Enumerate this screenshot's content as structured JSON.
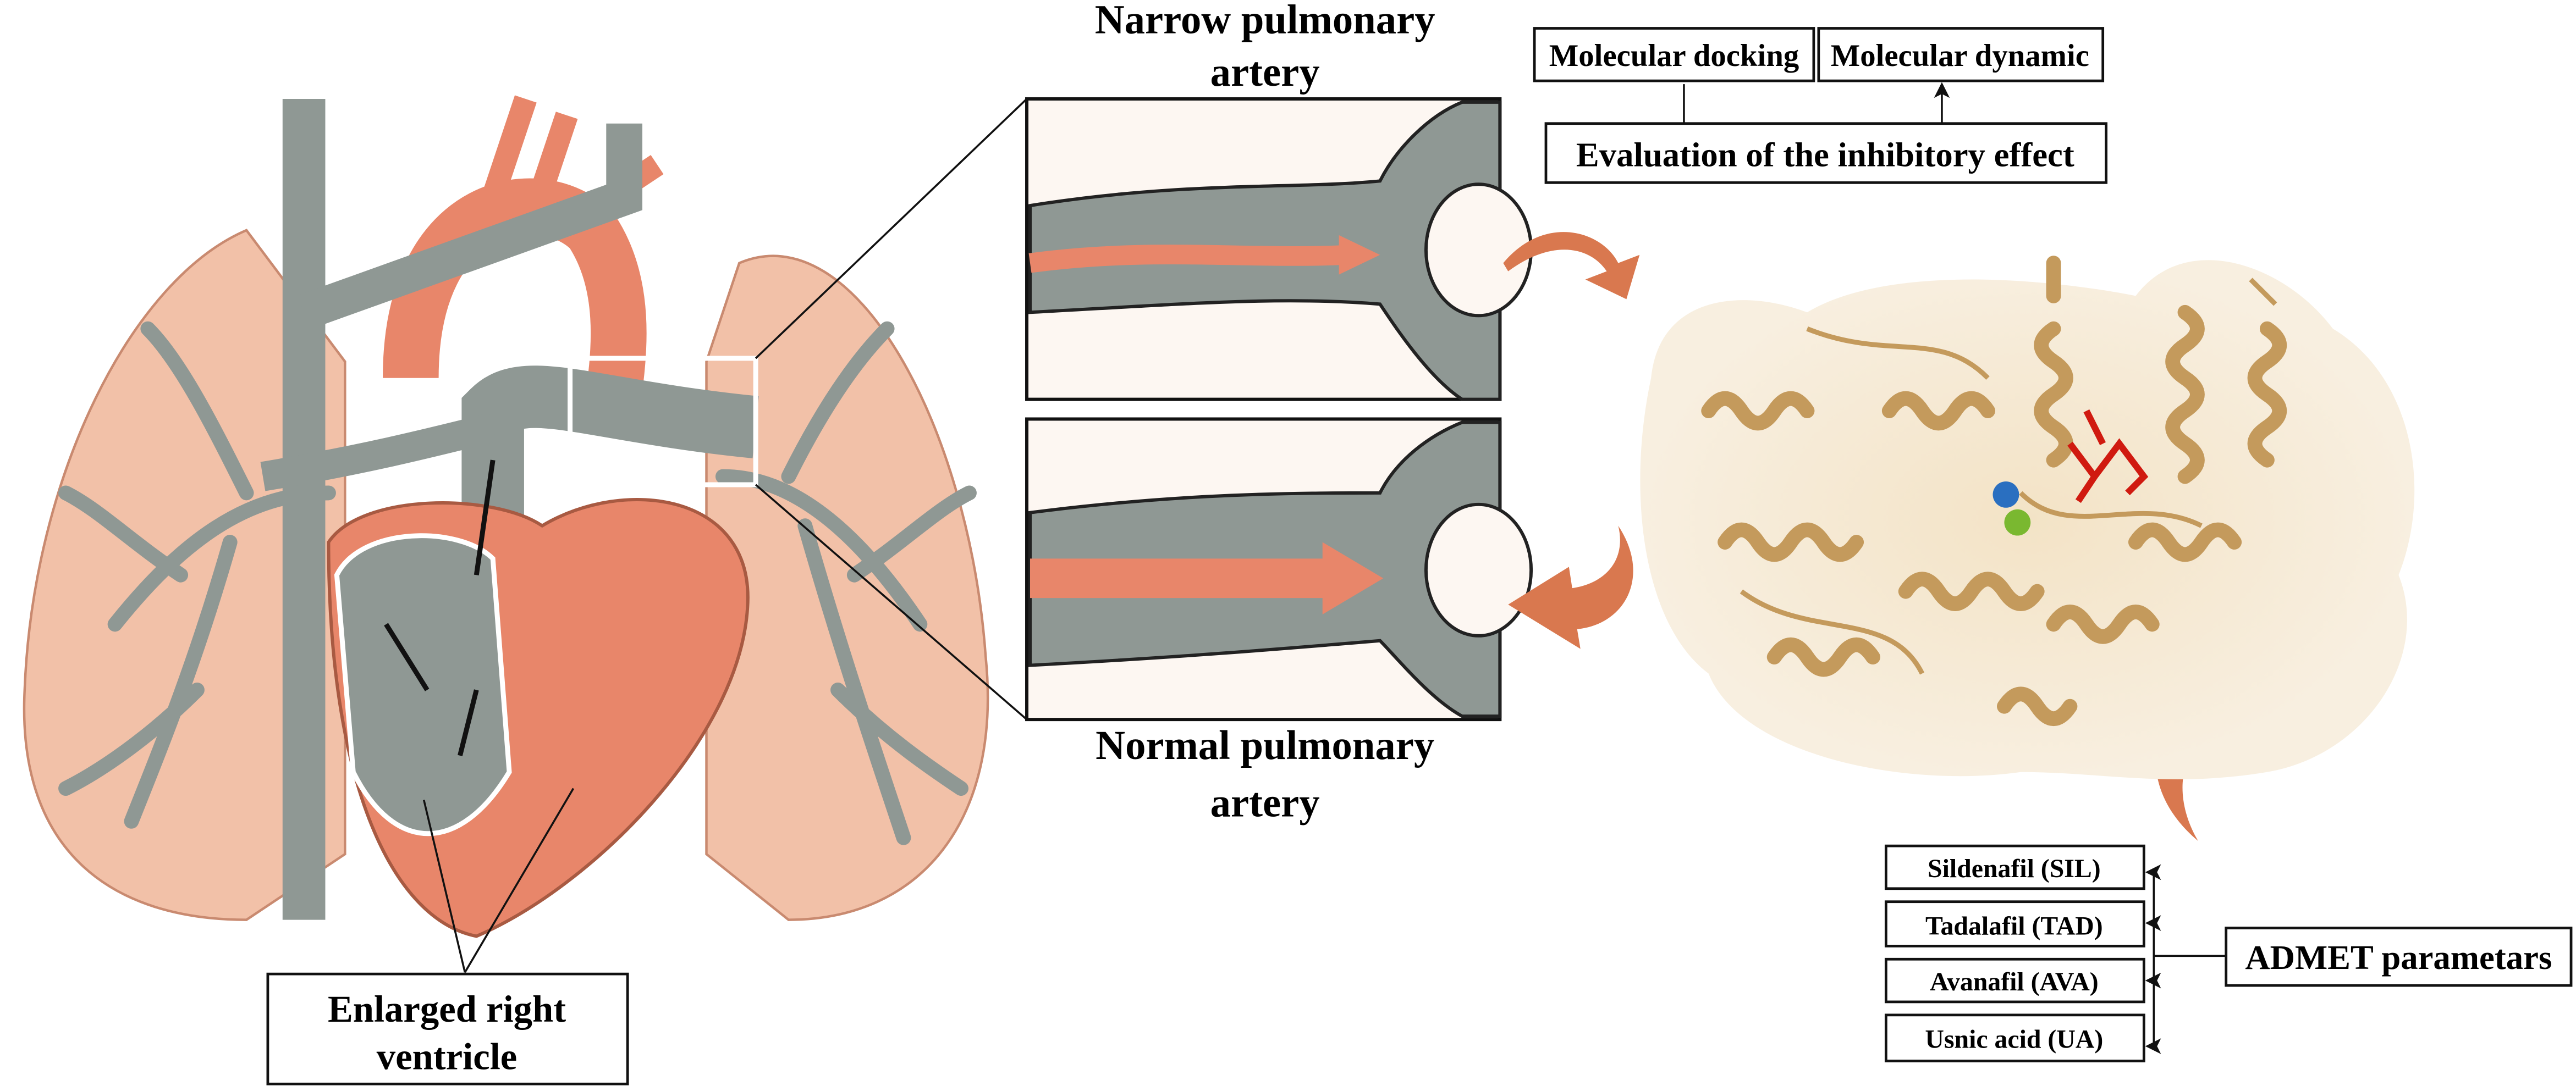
{
  "labels": {
    "narrow_line1": "Narrow pulmonary",
    "narrow_line2": "artery",
    "normal_line1": "Normal pulmonary",
    "normal_line2": "artery",
    "enlarged_line1": "Enlarged right",
    "enlarged_line2": "ventricle"
  },
  "evaluation": {
    "docking": "Molecular docking",
    "dynamic": "Molecular dynamic",
    "inhibitory": "Evaluation of the inhibitory effect"
  },
  "drugs": [
    "Sildenafil (SIL)",
    "Tadalafil (TAD)",
    "Avanafil (AVA)",
    "Usnic acid (UA)"
  ],
  "admet": "ADMET parametars",
  "colors": {
    "artery_orange": "#e8866a",
    "vessel_grey": "#8f9894",
    "lung_peach": "#f2c1a8",
    "protein_tan": "#c49a5c",
    "arrow_orange": "#d9784f",
    "ligand_red": "#d01a10"
  }
}
